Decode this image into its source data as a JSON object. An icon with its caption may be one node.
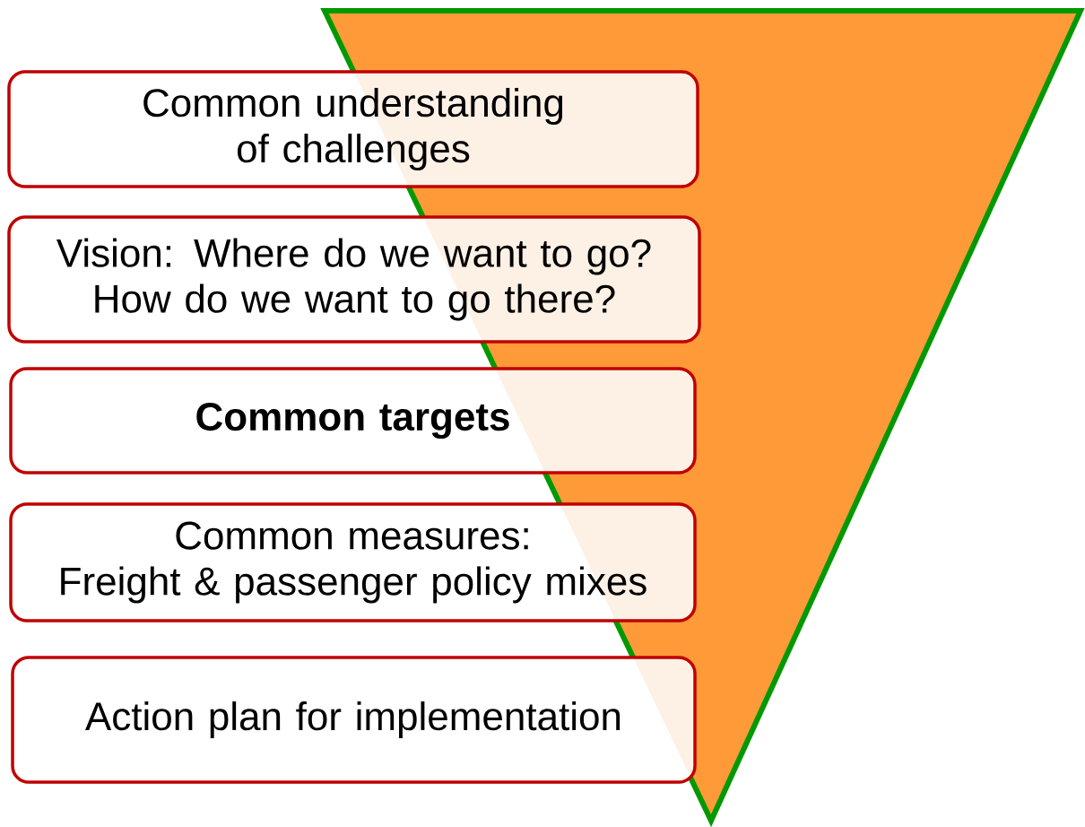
{
  "diagram": {
    "nodes": [
      {
        "text": [
          "Common understanding of challenges"
        ]
      },
      {
        "text": [
          "Vision: Where do we want to go? How do we want to go there?"
        ]
      },
      {
        "text": [
          "Common targets"
        ]
      },
      {
        "text": [
          "Common measures:",
          "Freight & passenger policy mixes"
        ]
      },
      {
        "text": [
          "Action plan for implementation"
        ]
      }
    ]
  }
}
